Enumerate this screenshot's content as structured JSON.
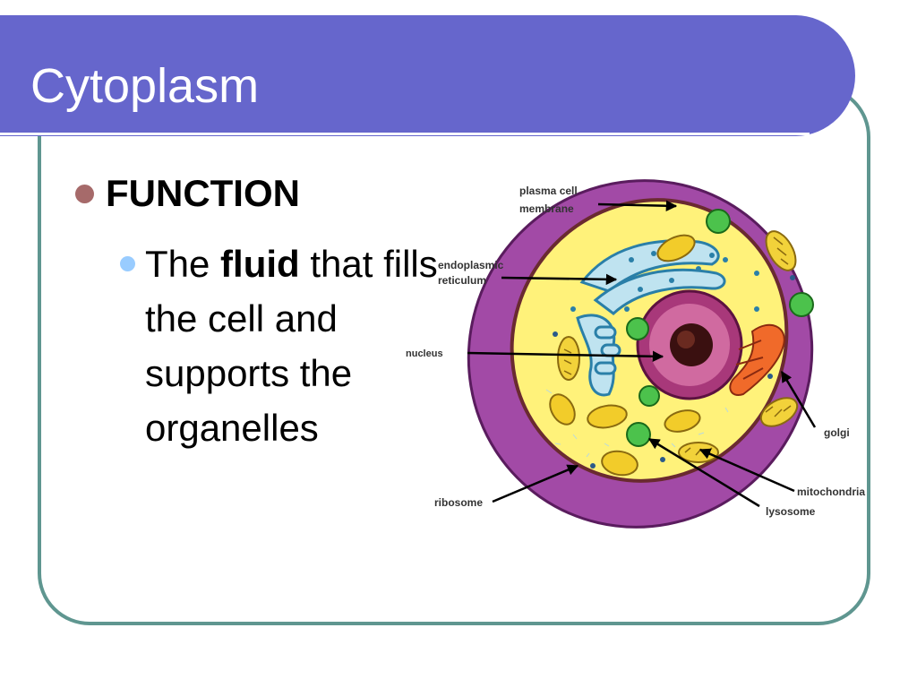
{
  "slide": {
    "title": "Cytoplasm",
    "bullet_1": "FUNCTION",
    "bullet_2": {
      "before": "The ",
      "bold": "fluid",
      "after": " that fills the cell and supports the organelles"
    }
  },
  "diagram": {
    "labels": {
      "plasma_line1": "plasma cell",
      "plasma_line2": "membrane",
      "er_line1": "endoplasmic",
      "er_line2": "reticulum",
      "nucleus": "nucleus",
      "golgi": "golgi",
      "mitochondria": "mitochondria",
      "lysosome": "lysosome",
      "ribosome": "ribosome"
    }
  },
  "colors": {
    "title_bar": "#6666cc",
    "frame_border": "#5f9690",
    "bullet_1": "#a66a6a",
    "bullet_2": "#99ccff",
    "cell_membrane": "#a24aa6",
    "cytoplasm": "#fff27a",
    "nucleus": "#a8387a"
  }
}
